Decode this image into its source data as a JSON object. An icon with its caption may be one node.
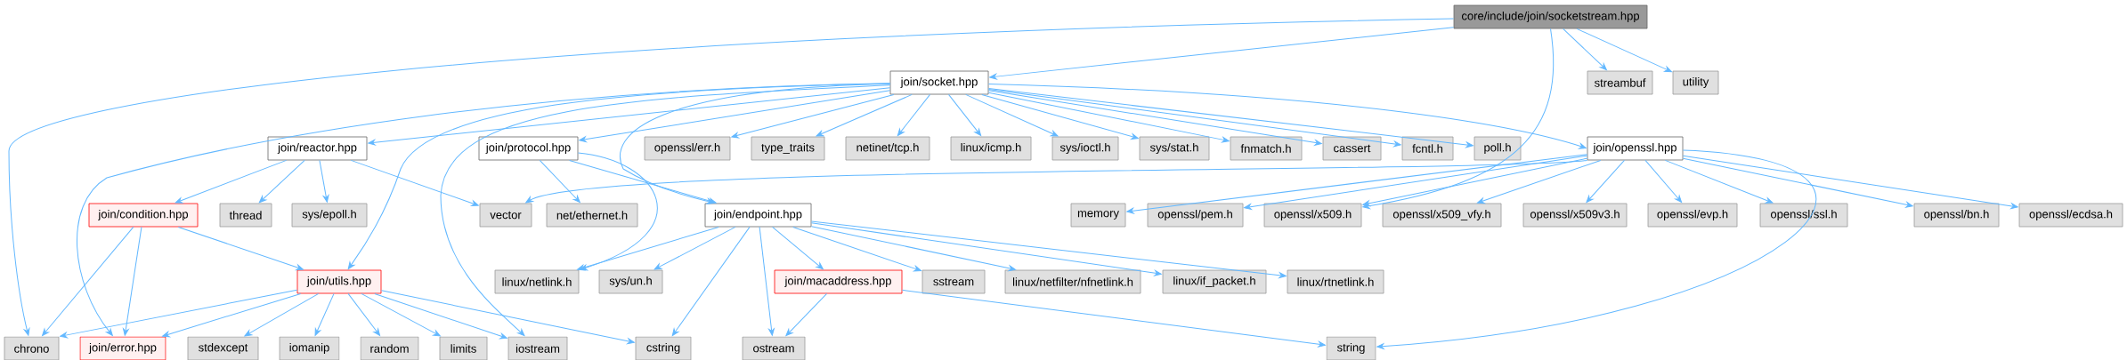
{
  "diagram": {
    "nodes": [
      {
        "text": [
          "core/include/join/socketstream.hpp"
        ]
      },
      {
        "text": [
          "join/socket.hpp"
        ]
      },
      {
        "text": [
          "streambuf"
        ]
      },
      {
        "text": [
          "utility"
        ]
      },
      {
        "text": [
          "join/reactor.hpp"
        ]
      },
      {
        "text": [
          "join/protocol.hpp"
        ]
      },
      {
        "text": [
          "openssl/err.h"
        ]
      },
      {
        "text": [
          "type_traits"
        ]
      },
      {
        "text": [
          "netinet/tcp.h"
        ]
      },
      {
        "text": [
          "linux/icmp.h"
        ]
      },
      {
        "text": [
          "sys/ioctl.h"
        ]
      },
      {
        "text": [
          "sys/stat.h"
        ]
      },
      {
        "text": [
          "fnmatch.h"
        ]
      },
      {
        "text": [
          "cassert"
        ]
      },
      {
        "text": [
          "fcntl.h"
        ]
      },
      {
        "text": [
          "poll.h"
        ]
      },
      {
        "text": [
          "join/openssl.hpp"
        ]
      },
      {
        "text": [
          "join/condition.hpp"
        ]
      },
      {
        "text": [
          "thread"
        ]
      },
      {
        "text": [
          "sys/epoll.h"
        ]
      },
      {
        "text": [
          "vector"
        ]
      },
      {
        "text": [
          "net/ethernet.h"
        ]
      },
      {
        "text": [
          "join/endpoint.hpp"
        ]
      },
      {
        "text": [
          "memory"
        ]
      },
      {
        "text": [
          "openssl/pem.h"
        ]
      },
      {
        "text": [
          "openssl/x509.h"
        ]
      },
      {
        "text": [
          "openssl/x509_vfy.h"
        ]
      },
      {
        "text": [
          "openssl/x509v3.h"
        ]
      },
      {
        "text": [
          "openssl/evp.h"
        ]
      },
      {
        "text": [
          "openssl/ssl.h"
        ]
      },
      {
        "text": [
          "openssl/bn.h"
        ]
      },
      {
        "text": [
          "openssl/ecdsa.h"
        ]
      },
      {
        "text": [
          "join/utils.hpp"
        ]
      },
      {
        "text": [
          "linux/netlink.h"
        ]
      },
      {
        "text": [
          "sys/un.h"
        ]
      },
      {
        "text": [
          "join/macaddress.hpp"
        ]
      },
      {
        "text": [
          "sstream"
        ]
      },
      {
        "text": [
          "linux/netfilter/nfnetlink.h"
        ]
      },
      {
        "text": [
          "linux/if_packet.h"
        ]
      },
      {
        "text": [
          "linux/rtnetlink.h"
        ]
      },
      {
        "text": [
          "chrono"
        ]
      },
      {
        "text": [
          "join/error.hpp"
        ]
      },
      {
        "text": [
          "stdexcept"
        ]
      },
      {
        "text": [
          "iomanip"
        ]
      },
      {
        "text": [
          "random"
        ]
      },
      {
        "text": [
          "limits"
        ]
      },
      {
        "text": [
          "iostream"
        ]
      },
      {
        "text": [
          "cstring"
        ]
      },
      {
        "text": [
          "ostream"
        ]
      },
      {
        "text": [
          "string"
        ]
      }
    ],
    "edges": [
      {
        "from": 0,
        "to": 40,
        "arrow": "to"
      },
      {
        "from": 0,
        "to": 1,
        "arrow": "to"
      },
      {
        "from": 0,
        "to": 25,
        "arrow": "to"
      },
      {
        "from": 0,
        "to": 2,
        "arrow": "to"
      },
      {
        "from": 0,
        "to": 3,
        "arrow": "to"
      },
      {
        "from": 1,
        "to": 4,
        "arrow": "to"
      },
      {
        "from": 1,
        "to": 5,
        "arrow": "to"
      },
      {
        "from": 1,
        "to": 6,
        "arrow": "to"
      },
      {
        "from": 1,
        "to": 7,
        "arrow": "to"
      },
      {
        "from": 1,
        "to": 8,
        "arrow": "to"
      },
      {
        "from": 1,
        "to": 9,
        "arrow": "to"
      },
      {
        "from": 1,
        "to": 10,
        "arrow": "to"
      },
      {
        "from": 1,
        "to": 11,
        "arrow": "to"
      },
      {
        "from": 1,
        "to": 12,
        "arrow": "to"
      },
      {
        "from": 1,
        "to": 13,
        "arrow": "to"
      },
      {
        "from": 1,
        "to": 14,
        "arrow": "to"
      },
      {
        "from": 1,
        "to": 15,
        "arrow": "to"
      },
      {
        "from": 1,
        "to": 16,
        "arrow": "to"
      },
      {
        "from": 1,
        "to": 22,
        "arrow": "to"
      },
      {
        "from": 1,
        "to": 32,
        "arrow": "to"
      },
      {
        "from": 1,
        "to": 41,
        "arrow": "to"
      },
      {
        "from": 1,
        "to": 46,
        "arrow": "to"
      },
      {
        "from": 4,
        "to": 17,
        "arrow": "to"
      },
      {
        "from": 4,
        "to": 18,
        "arrow": "to"
      },
      {
        "from": 4,
        "to": 19,
        "arrow": "to"
      },
      {
        "from": 4,
        "to": 20,
        "arrow": "to"
      },
      {
        "from": 5,
        "to": 21,
        "arrow": "to"
      },
      {
        "from": 5,
        "to": 22,
        "arrow": "to"
      },
      {
        "from": 5,
        "to": 33,
        "arrow": "to"
      },
      {
        "from": 16,
        "to": 20,
        "arrow": "to"
      },
      {
        "from": 16,
        "to": 23,
        "arrow": "to"
      },
      {
        "from": 16,
        "to": 24,
        "arrow": "to"
      },
      {
        "from": 16,
        "to": 25,
        "arrow": "to"
      },
      {
        "from": 16,
        "to": 26,
        "arrow": "to"
      },
      {
        "from": 16,
        "to": 27,
        "arrow": "to"
      },
      {
        "from": 16,
        "to": 28,
        "arrow": "to"
      },
      {
        "from": 16,
        "to": 29,
        "arrow": "to"
      },
      {
        "from": 16,
        "to": 30,
        "arrow": "to"
      },
      {
        "from": 16,
        "to": 31,
        "arrow": "to"
      },
      {
        "from": 16,
        "to": 49,
        "arrow": "to"
      },
      {
        "from": 17,
        "to": 40,
        "arrow": "to"
      },
      {
        "from": 17,
        "to": 41,
        "arrow": "to"
      },
      {
        "from": 17,
        "to": 32,
        "arrow": "to"
      },
      {
        "from": 22,
        "to": 33,
        "arrow": "to"
      },
      {
        "from": 22,
        "to": 34,
        "arrow": "to"
      },
      {
        "from": 22,
        "to": 47,
        "arrow": "to"
      },
      {
        "from": 22,
        "to": 48,
        "arrow": "to"
      },
      {
        "from": 22,
        "to": 35,
        "arrow": "to"
      },
      {
        "from": 22,
        "to": 36,
        "arrow": "to"
      },
      {
        "from": 22,
        "to": 37,
        "arrow": "to"
      },
      {
        "from": 22,
        "to": 38,
        "arrow": "to"
      },
      {
        "from": 22,
        "to": 39,
        "arrow": "to"
      },
      {
        "from": 32,
        "to": 40,
        "arrow": "to"
      },
      {
        "from": 32,
        "to": 41,
        "arrow": "to"
      },
      {
        "from": 32,
        "to": 42,
        "arrow": "to"
      },
      {
        "from": 32,
        "to": 43,
        "arrow": "to"
      },
      {
        "from": 32,
        "to": 44,
        "arrow": "to"
      },
      {
        "from": 32,
        "to": 45,
        "arrow": "to"
      },
      {
        "from": 32,
        "to": 46,
        "arrow": "to"
      },
      {
        "from": 32,
        "to": 47,
        "arrow": "to"
      },
      {
        "from": 35,
        "to": 48,
        "arrow": "to"
      },
      {
        "from": 35,
        "to": 49,
        "arrow": "to"
      }
    ]
  }
}
